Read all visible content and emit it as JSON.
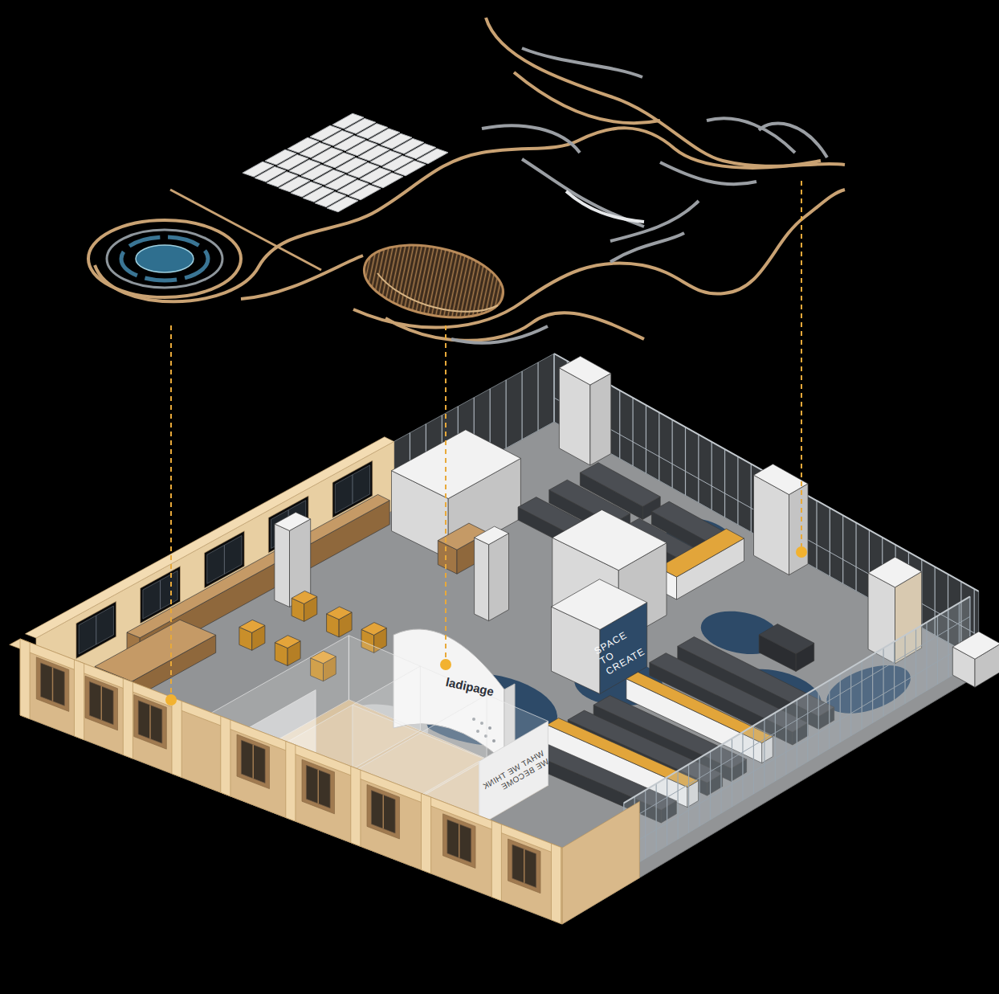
{
  "diagram": {
    "labels": [
      "ladipage",
      "SPACE TO CREATE",
      "WHAT WE THINK WE BECOME"
    ]
  }
}
